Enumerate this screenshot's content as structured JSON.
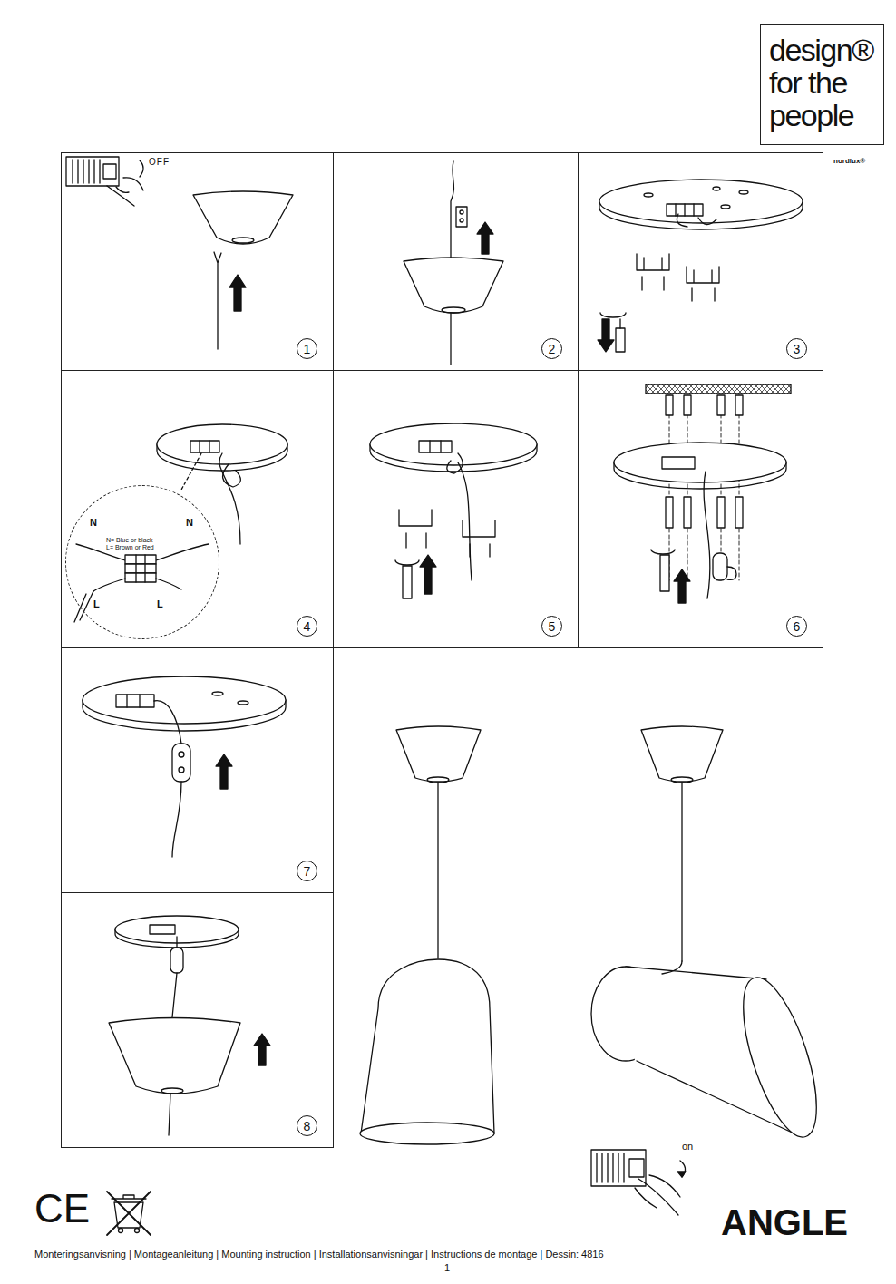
{
  "diagram": {
    "title": "ANGLE",
    "caption": "Monteringsanvisning | Montageanleitung | Mounting instruction | Installationsanvisningar | Instructions de montage | Dessin: 4816",
    "nodes": [
      {
        "text": [
          "design® for the people"
        ]
      },
      {
        "text": [
          "1"
        ]
      },
      {
        "text": [
          "2"
        ]
      },
      {
        "text": [
          "3"
        ]
      },
      {
        "text": [
          "4"
        ]
      },
      {
        "text": [
          "5"
        ]
      },
      {
        "text": [
          "6"
        ]
      },
      {
        "text": [
          "7"
        ]
      },
      {
        "text": [
          "8"
        ]
      },
      {
        "text": [
          "N= Blue or black",
          "L= Brown or Red",
          "N",
          "N",
          "L",
          "L"
        ],
        "in": 4
      }
    ],
    "labels": [
      "nordlux®",
      "OFF",
      "on",
      "CE",
      "1"
    ]
  }
}
